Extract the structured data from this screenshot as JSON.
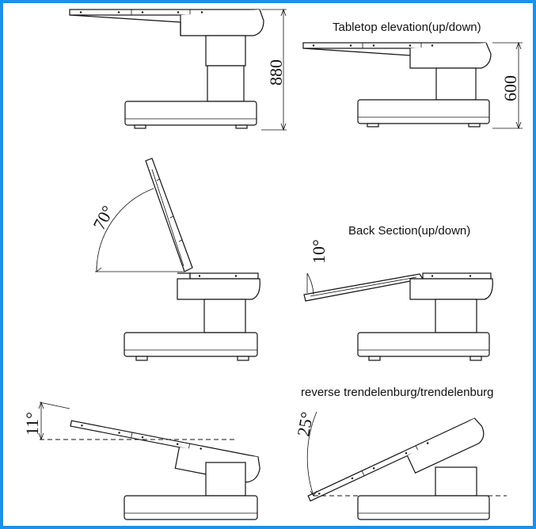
{
  "border_color": "#1e90e6",
  "captions": {
    "tabletop_elevation": "Tabletop elevation(up/down)",
    "back_section": "Back Section(up/down)",
    "trendelenburg": "reverse trendelenburg/trendelenburg"
  },
  "dimensions": {
    "height_max": "880",
    "height_min": "600",
    "back_70": "70°",
    "back_10": "10°",
    "tilt_11": "11°",
    "tilt_25": "25°"
  }
}
